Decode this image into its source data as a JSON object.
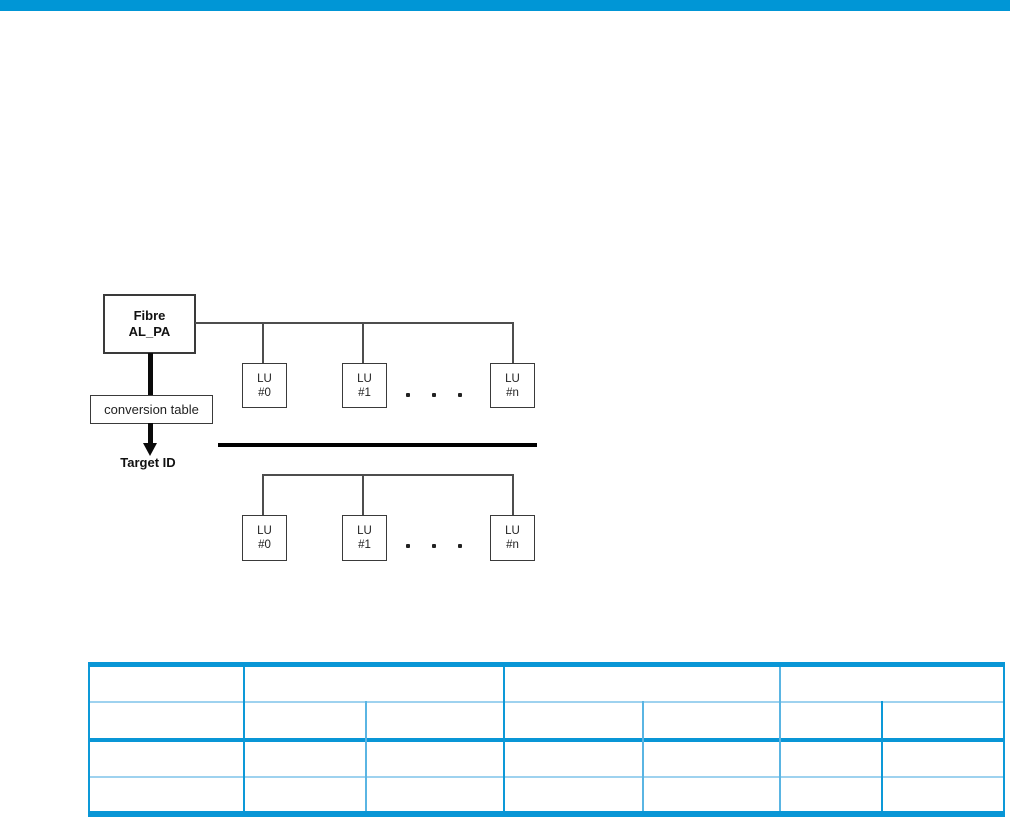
{
  "page": {
    "background": "#ffffff",
    "accent_bar_color": "#0096d6"
  },
  "figure": {
    "fibre_box": {
      "line1": "Fibre",
      "line2": "AL_PA"
    },
    "conversion_box_label": "conversion table",
    "target_id_label": "Target ID",
    "lu_boxes": [
      {
        "line1": "LU",
        "line2": "#0"
      },
      {
        "line1": "LU",
        "line2": "#1"
      },
      {
        "line1": "LU",
        "line2": "#n"
      }
    ],
    "ellipsis": ". . ."
  },
  "table": {
    "header_column_count": 4,
    "body_column_count": 7,
    "row_count": 4,
    "cells_empty": true,
    "colors": {
      "thick_bar": "#0996d6",
      "thin_rule": "#9ed2ef",
      "dark_divider": "#0d99d8",
      "light_divider": "#5ab5e3"
    }
  }
}
